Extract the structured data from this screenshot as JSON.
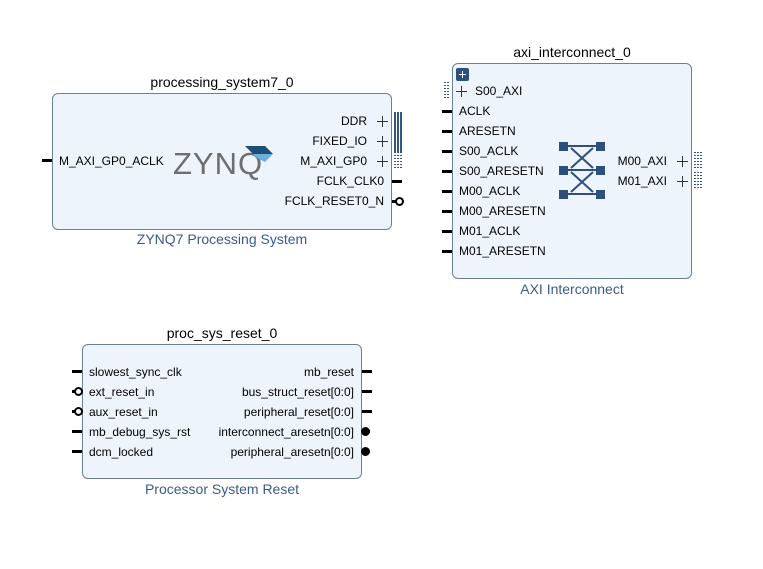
{
  "processing_system": {
    "instance_name": "processing_system7_0",
    "type_label": "ZYNQ7 Processing System",
    "logo_text": "ZYNQ",
    "input_ports": [
      "M_AXI_GP0_ACLK"
    ],
    "output_ports": [
      "DDR",
      "FIXED_IO",
      "M_AXI_GP0",
      "FCLK_CLK0",
      "FCLK_RESET0_N"
    ]
  },
  "axi_interconnect": {
    "instance_name": "axi_interconnect_0",
    "type_label": "AXI Interconnect",
    "input_ports": [
      "S00_AXI",
      "ACLK",
      "ARESETN",
      "S00_ACLK",
      "S00_ARESETN",
      "M00_ACLK",
      "M00_ARESETN",
      "M01_ACLK",
      "M01_ARESETN"
    ],
    "output_ports": [
      "M00_AXI",
      "M01_AXI"
    ],
    "expand_icon": "plus-square-icon"
  },
  "proc_sys_reset": {
    "instance_name": "proc_sys_reset_0",
    "type_label": "Processor System Reset",
    "input_ports": [
      "slowest_sync_clk",
      "ext_reset_in",
      "aux_reset_in",
      "mb_debug_sys_rst",
      "dcm_locked"
    ],
    "output_ports": [
      "mb_reset",
      "bus_struct_reset[0:0]",
      "peripheral_reset[0:0]",
      "interconnect_aresetn[0:0]",
      "peripheral_aresetn[0:0]"
    ]
  },
  "colors": {
    "block_fill": "#eef4fb",
    "block_border": "#6a7f99",
    "type_label": "#3a5a8c",
    "bus": "#34577f"
  }
}
